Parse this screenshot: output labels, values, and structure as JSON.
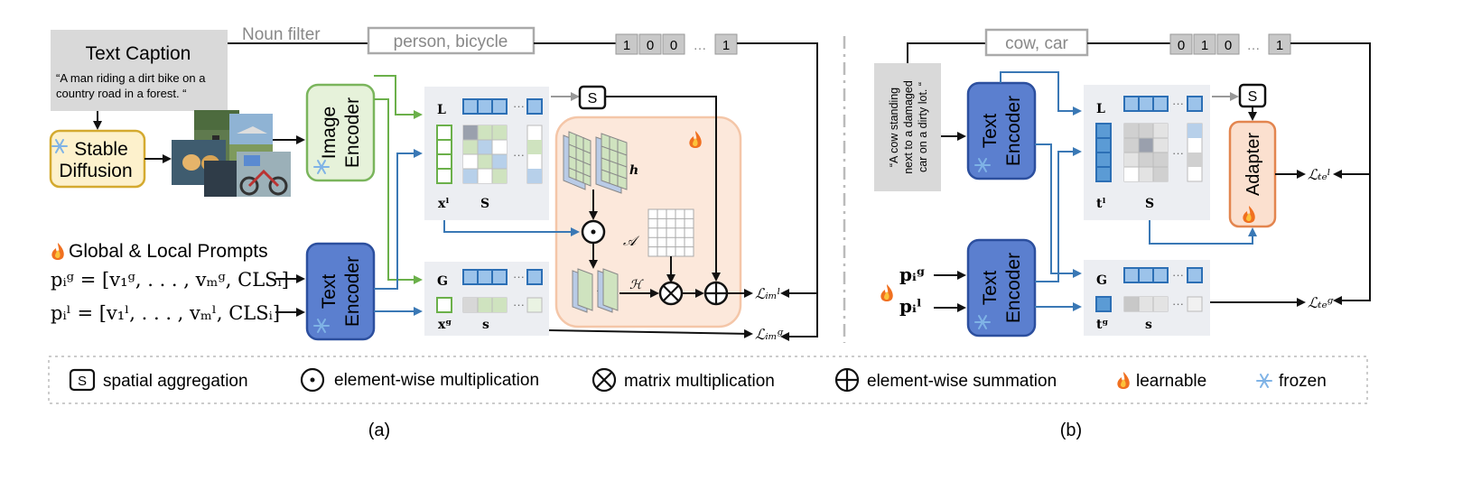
{
  "colors": {
    "encoder_blue": "#5b7fcf",
    "encoder_blue_border": "#2c4f9e",
    "image_encoder_fill": "#e6f2da",
    "image_encoder_border": "#7ab55c",
    "stable_fill": "#fdf1cc",
    "stable_border": "#d4aa30",
    "adapter_fill": "#fbe0cf",
    "adapter_border": "#e3854f",
    "orange_region": "#fce8db",
    "token_blue": "#4a86c5",
    "token_green": "#6bb04a",
    "gray_box": "#c8c8c8",
    "arrow_blue": "#3a78b5",
    "arrow_green": "#6bb04a"
  },
  "panel_a": {
    "noun_filter_label": "Noun filter",
    "nouns": "person, bicycle",
    "mask_bits": [
      "1",
      "0",
      "0",
      "…",
      "1"
    ],
    "caption_title": "Text Caption",
    "caption_text_line1": "“A man riding a dirt bike on a",
    "caption_text_line2": "country road in a forest. “",
    "stable_diffusion_line1": "Stable",
    "stable_diffusion_line2": "Diffusion",
    "image_encoder_line1": "Image",
    "image_encoder_line2": "Encoder",
    "text_encoder_line1": "Text",
    "text_encoder_line2": "Encoder",
    "prompts_title": "Global & Local Prompts",
    "prompt_global": "pᵢᵍ = [v₁ᵍ, . . . , vₘᵍ, CLSᵢ]",
    "prompt_local": "pᵢˡ = [v₁ˡ, . . . , vₘˡ, CLSᵢ]",
    "L_label": "L",
    "xl_label": "xˡ",
    "S_label": "S",
    "G_label": "G",
    "xg_label": "xᵍ",
    "s_label": "s",
    "spatial_S": "S",
    "h_label": "h",
    "A_label": "𝒜",
    "H_label": "ℋ",
    "loss_im_local": "ℒᵢₘˡ",
    "loss_im_global": "ℒᵢₘᵍ",
    "caption": "(a)"
  },
  "panel_b": {
    "nouns": "cow, car",
    "mask_bits": [
      "0",
      "1",
      "0",
      "…",
      "1"
    ],
    "caption_line1": "“A   cow   standing",
    "caption_line2": "next to a damaged",
    "caption_line3": "car on a dirty lot. “",
    "text_encoder_line1": "Text",
    "text_encoder_line2": "Encoder",
    "adapter_label": "Adapter",
    "p_global": "pᵢᵍ",
    "p_local": "pᵢˡ",
    "L_label": "L",
    "tl_label": "tˡ",
    "S_label": "S",
    "G_label": "G",
    "tg_label": "tᵍ",
    "s_label": "s",
    "spatial_S": "S",
    "loss_te_local": "ℒₜₑˡ",
    "loss_te_global": "ℒₜₑᵍ",
    "caption": "(b)"
  },
  "legend": {
    "spatial_symbol": "S",
    "spatial_label": "spatial aggregation",
    "elem_mult_label": "element-wise multiplication",
    "matrix_mult_label": "matrix multiplication",
    "elem_sum_label": "element-wise summation",
    "learnable_label": "learnable",
    "frozen_label": "frozen"
  },
  "icons": [
    "fire-icon",
    "snowflake-icon",
    "photo-collage"
  ]
}
